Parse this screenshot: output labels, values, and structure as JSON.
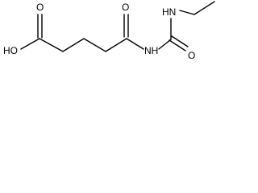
{
  "molecule": {
    "atoms": {
      "hydroxyl": "HO",
      "acid_oxygen": "O",
      "ketone_oxygen": "O",
      "imide_nh": "NH",
      "urea_oxygen": "O",
      "amine_nh": "HN"
    },
    "colors": {
      "bond": "#000000",
      "label": "#000000",
      "background": "#ffffff"
    }
  }
}
